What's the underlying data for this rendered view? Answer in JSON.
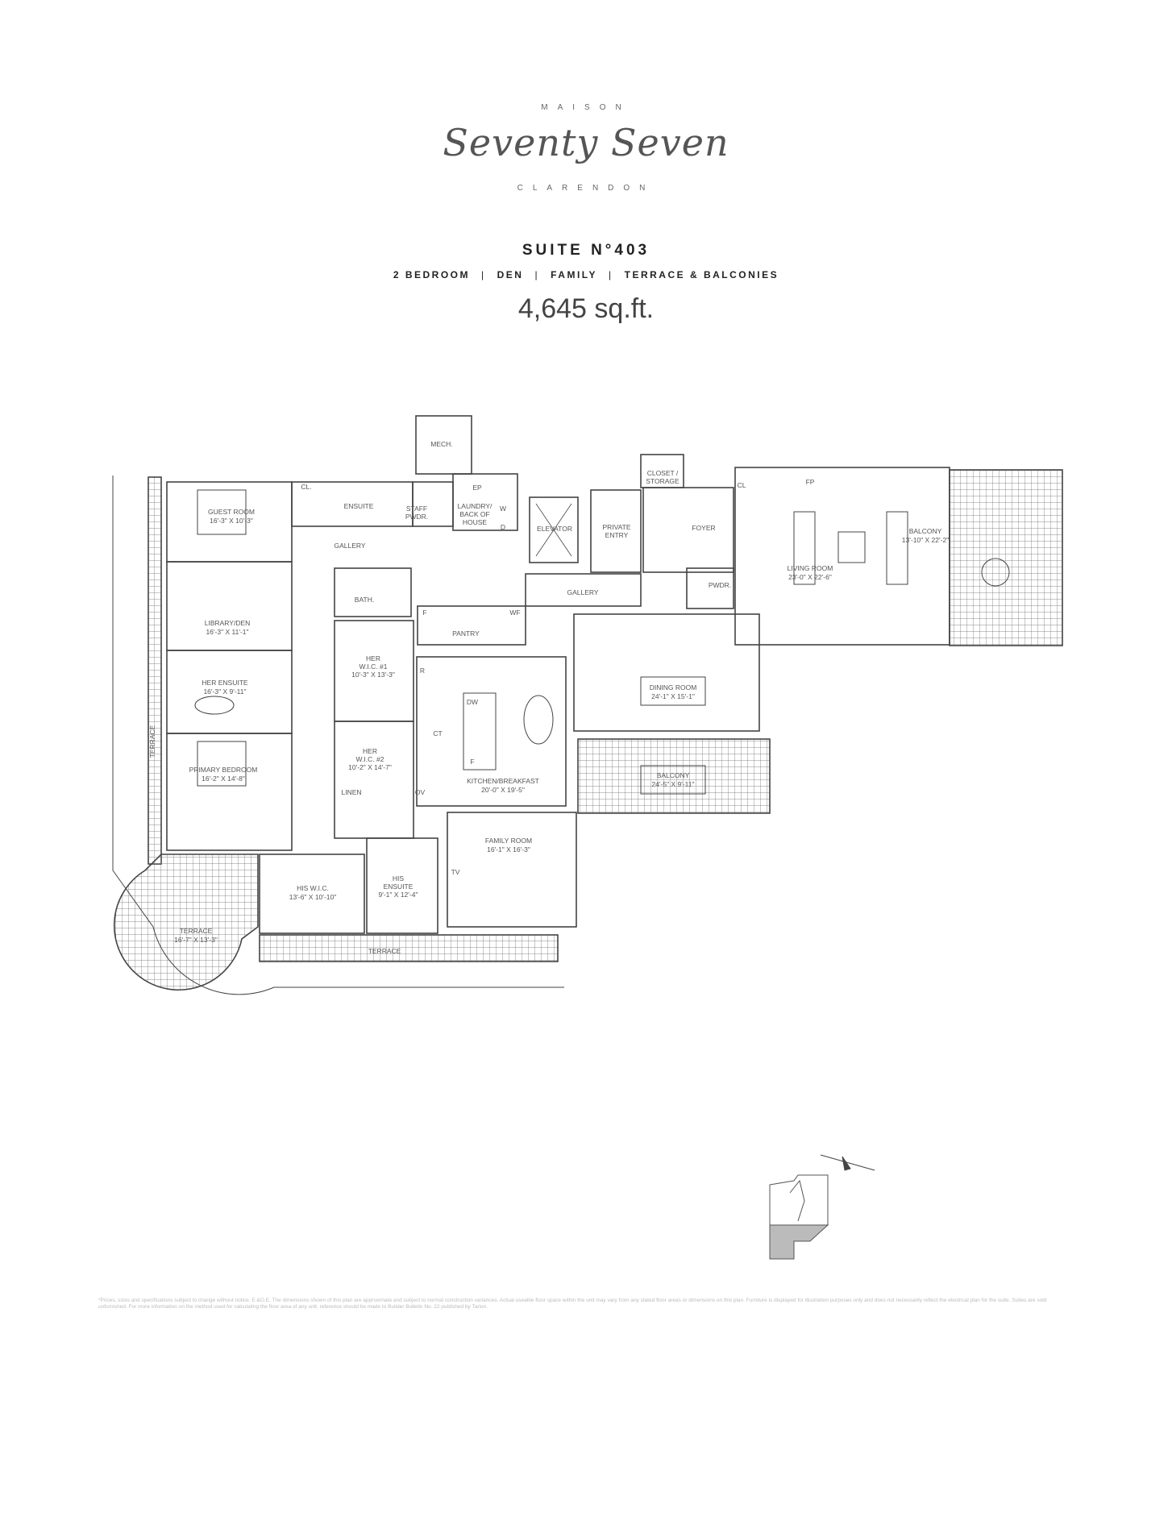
{
  "header": {
    "brand_top": "MAISON",
    "brand_script": "Seventy Seven",
    "brand_bottom": "CLARENDON",
    "suite": "SUITE N°403",
    "features": [
      "2 BEDROOM",
      "DEN",
      "FAMILY",
      "TERRACE & BALCONIES"
    ],
    "separator": "|",
    "area": "4,645 sq.ft."
  },
  "rooms": {
    "guest": {
      "name": "GUEST ROOM",
      "dims": "16'-3\" X 10'-3\""
    },
    "library": {
      "name": "LIBRARY/DEN",
      "dims": "16'-3\" X 11'-1\""
    },
    "her_ensuite": {
      "name": "HER ENSUITE",
      "dims": "16'-3\" X 9'-11\""
    },
    "primary": {
      "name": "PRIMARY BEDROOM",
      "dims": "16'-2\" X 14'-8\""
    },
    "her_wic1": {
      "name1": "HER",
      "name2": "W.I.C. #1",
      "dims": "10'-3\" X 13'-3\""
    },
    "her_wic2": {
      "name1": "HER",
      "name2": "W.I.C. #2",
      "dims": "10'-2\" X 14'-7\""
    },
    "his_wic": {
      "name": "HIS W.I.C.",
      "dims": "13'-6\" X 10'-10\""
    },
    "his_ensuite": {
      "name1": "HIS",
      "name2": "ENSUITE",
      "dims": "9'-1\" X 12'-4\""
    },
    "terrace_round": {
      "name": "TERRACE",
      "dims": "16'-7\" X 13'-3\""
    },
    "kitchen": {
      "name": "KITCHEN/BREAKFAST",
      "dims": "20'-0\" X 19'-5\""
    },
    "family": {
      "name": "FAMILY ROOM",
      "dims": "16'-1\" X 16'-3\""
    },
    "dining": {
      "name": "DINING ROOM",
      "dims": "24'-1\" X 15'-1\""
    },
    "balcony_south": {
      "name": "BALCONY",
      "dims": "24'-5\" X 9'-11\""
    },
    "living": {
      "name": "LIVING ROOM",
      "dims": "23'-0\" X 22'-6\""
    },
    "balcony_east": {
      "name": "BALCONY",
      "dims": "13'-10\" X 22'-2\""
    }
  },
  "labels": {
    "gallery": "GALLERY",
    "bath": "BATH.",
    "ensuite": "ENSUITE",
    "cl": "CL.",
    "cl2": "CL",
    "staff1": "STAFF",
    "staff2": "PWDR.",
    "laundry1": "LAUNDRY/",
    "laundry2": "BACK OF",
    "laundry3": "HOUSE",
    "ep": "EP",
    "w": "W",
    "d": "D",
    "mech": "MECH.",
    "elevator": "ELEVATOR",
    "private1": "PRIVATE",
    "private2": "ENTRY",
    "closet1": "CLOSET /",
    "closet2": "STORAGE",
    "foyer": "FOYER",
    "pwdr": "PWDR.",
    "pantry": "PANTRY",
    "f": "F",
    "wf": "WF",
    "r": "R",
    "dw": "DW",
    "ct": "CT",
    "ov": "OV",
    "tv": "TV",
    "linen": "LINEN",
    "terrace": "TERRACE",
    "fp": "FP"
  },
  "disclaimer": "*Prices, sizes and specifications subject to change without notice. E.&O.E. The dimensions shown of this plan are approximate and subject to normal construction variances. Actual useable floor space within the unit may vary from any stated floor areas or dimensions on this plan. Furniture is displayed for illustration purposes only and does not necessarily reflect the electrical plan for the suite. Suites are sold unfurnished. For more information on the method used for calculating the floor area of any unit, reference should be made to Builder Bulletin No. 22 published by Tarion.",
  "colors": {
    "wall": "#444444",
    "text": "#555555",
    "keyplan_fill": "#bbbbbb"
  }
}
